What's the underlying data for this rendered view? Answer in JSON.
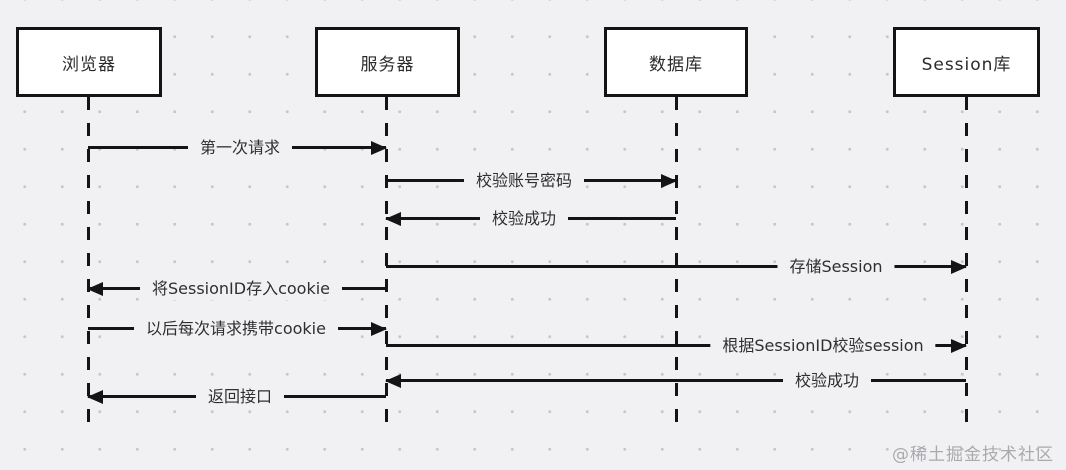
{
  "diagram": {
    "type": "sequence-diagram",
    "background_color": "#f1f1f3",
    "line_color": "#141414",
    "box_fill_color": "#ffffff",
    "label_color": "#2f2f2f",
    "watermark": "@稀土掘金技术社区",
    "actors": [
      {
        "label": "浏览器"
      },
      {
        "label": "服务器"
      },
      {
        "label": "数据库"
      },
      {
        "label": "Session库"
      }
    ],
    "messages": [
      {
        "label": "第一次请求",
        "from": "浏览器",
        "to": "服务器",
        "direction": "right"
      },
      {
        "label": "校验账号密码",
        "from": "服务器",
        "to": "数据库",
        "direction": "right"
      },
      {
        "label": "校验成功",
        "from": "数据库",
        "to": "服务器",
        "direction": "left"
      },
      {
        "label": "存储Session",
        "from": "服务器",
        "to": "Session库",
        "direction": "right"
      },
      {
        "label": "将SessionID存入cookie",
        "from": "服务器",
        "to": "浏览器",
        "direction": "left"
      },
      {
        "label": "以后每次请求携带cookie",
        "from": "浏览器",
        "to": "服务器",
        "direction": "right"
      },
      {
        "label": "根据SessionID校验session",
        "from": "服务器",
        "to": "Session库",
        "direction": "right"
      },
      {
        "label": "校验成功",
        "from": "Session库",
        "to": "服务器",
        "direction": "left"
      },
      {
        "label": "返回接口",
        "from": "服务器",
        "to": "浏览器",
        "direction": "left"
      }
    ]
  }
}
